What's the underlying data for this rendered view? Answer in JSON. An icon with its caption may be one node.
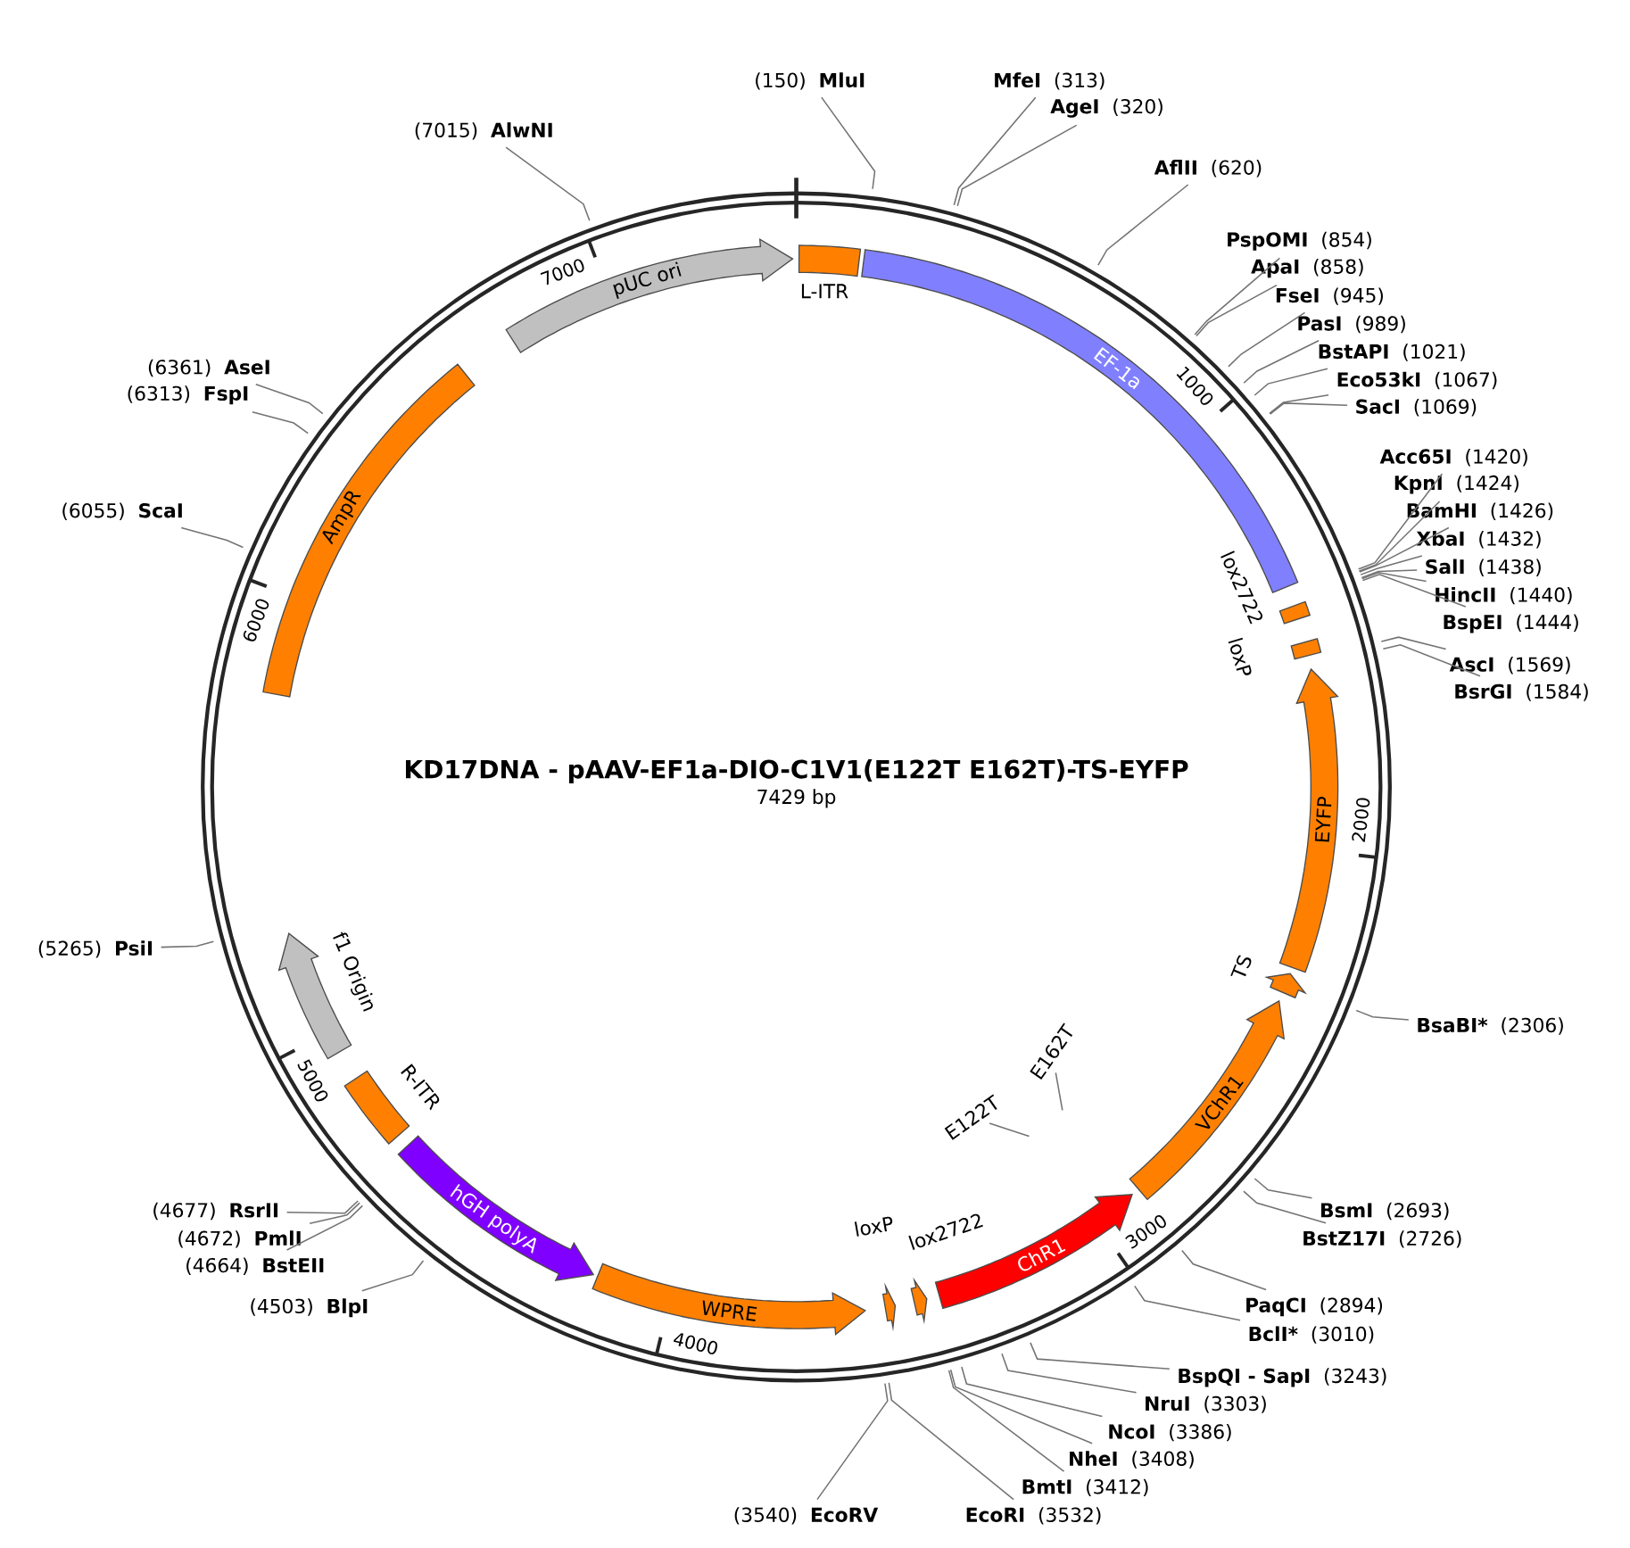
{
  "diagram": {
    "title": "KD17DNA - pAAV-EF1a-DIO-C1V1(E122T E162T)-TS-EYFP",
    "nodes": [
      {
        "text": [
          "pUC ori"
        ]
      },
      {
        "text": [
          "L-ITR"
        ]
      },
      {
        "text": [
          "EF-1a"
        ]
      },
      {
        "text": [
          "lox2722"
        ]
      },
      {
        "text": [
          "loxP"
        ]
      },
      {
        "text": [
          "EYFP"
        ]
      },
      {
        "text": [
          "TS"
        ]
      },
      {
        "text": [
          "VChR1"
        ]
      },
      {
        "text": [
          "ChR1"
        ]
      },
      {
        "text": [
          "lox2722"
        ]
      },
      {
        "text": [
          "loxP"
        ]
      },
      {
        "text": [
          "WPRE"
        ]
      },
      {
        "text": [
          "hGH polyA"
        ]
      },
      {
        "text": [
          "R-ITR"
        ]
      },
      {
        "text": [
          "f1 Origin"
        ]
      },
      {
        "text": [
          "AmpR"
        ]
      },
      {
        "text": [
          "(150)",
          "MluI"
        ]
      },
      {
        "text": [
          "MfeI",
          "(313)"
        ]
      },
      {
        "text": [
          "AgeI",
          "(320)"
        ]
      },
      {
        "text": [
          "AflII",
          "(620)"
        ]
      },
      {
        "text": [
          "PspOMI",
          "(854)"
        ]
      },
      {
        "text": [
          "ApaI",
          "(858)"
        ]
      },
      {
        "text": [
          "FseI",
          "(945)"
        ]
      },
      {
        "text": [
          "PasI",
          "(989)"
        ]
      },
      {
        "text": [
          "BstAPI",
          "(1021)"
        ]
      },
      {
        "text": [
          "Eco53kI",
          "(1067)"
        ]
      },
      {
        "text": [
          "SacI",
          "(1069)"
        ]
      },
      {
        "text": [
          "Acc65I",
          "(1420)"
        ]
      },
      {
        "text": [
          "KpnI",
          "(1424)"
        ]
      },
      {
        "text": [
          "BamHI",
          "(1426)"
        ]
      },
      {
        "text": [
          "XbaI",
          "(1432)"
        ]
      },
      {
        "text": [
          "SalI",
          "(1438)"
        ]
      },
      {
        "text": [
          "HincII",
          "(1440)"
        ]
      },
      {
        "text": [
          "BspEI",
          "(1444)"
        ]
      },
      {
        "text": [
          "AscI",
          "(1569)"
        ]
      },
      {
        "text": [
          "BsrGI",
          "(1584)"
        ]
      },
      {
        "text": [
          "BsaBI*",
          "(2306)"
        ]
      },
      {
        "text": [
          "BsmI",
          "(2693)"
        ]
      },
      {
        "text": [
          "BstZ17I",
          "(2726)"
        ]
      },
      {
        "text": [
          "PaqCI",
          "(2894)"
        ]
      },
      {
        "text": [
          "BclI*",
          "(3010)"
        ]
      },
      {
        "text": [
          "BspQI - SapI",
          "(3243)"
        ]
      },
      {
        "text": [
          "NruI",
          "(3303)"
        ]
      },
      {
        "text": [
          "NcoI",
          "(3386)"
        ]
      },
      {
        "text": [
          "NheI",
          "(3408)"
        ]
      },
      {
        "text": [
          "BmtI",
          "(3412)"
        ]
      },
      {
        "text": [
          "EcoRI",
          "(3532)"
        ]
      },
      {
        "text": [
          "(3540)",
          "EcoRV"
        ]
      },
      {
        "text": [
          "(4503)",
          "BlpI"
        ]
      },
      {
        "text": [
          "(4664)",
          "BstEII"
        ]
      },
      {
        "text": [
          "(4672)",
          "PmlI"
        ]
      },
      {
        "text": [
          "(4677)",
          "RsrII"
        ]
      },
      {
        "text": [
          "(5265)",
          "PsiI"
        ]
      },
      {
        "text": [
          "(6055)",
          "ScaI"
        ]
      },
      {
        "text": [
          "(6313)",
          "FspI"
        ]
      },
      {
        "text": [
          "(6361)",
          "AseI"
        ]
      },
      {
        "text": [
          "(7015)",
          "AlwNI"
        ]
      },
      {
        "text": [
          "E122T"
        ]
      },
      {
        "text": [
          "E162T"
        ]
      }
    ],
    "edges": [
      {
        "from": 16,
        "to": null,
        "arrow": "none"
      },
      {
        "from": 17,
        "to": null,
        "arrow": "none"
      },
      {
        "from": 18,
        "to": null,
        "arrow": "none"
      },
      {
        "from": 19,
        "to": null,
        "arrow": "none"
      },
      {
        "from": 20,
        "to": null,
        "arrow": "none"
      },
      {
        "from": 21,
        "to": null,
        "arrow": "none"
      },
      {
        "from": 22,
        "to": null,
        "arrow": "none"
      },
      {
        "from": 23,
        "to": null,
        "arrow": "none"
      },
      {
        "from": 24,
        "to": null,
        "arrow": "none"
      },
      {
        "from": 25,
        "to": null,
        "arrow": "none"
      },
      {
        "from": 26,
        "to": null,
        "arrow": "none"
      },
      {
        "from": 27,
        "to": null,
        "arrow": "none"
      },
      {
        "from": 28,
        "to": null,
        "arrow": "none"
      },
      {
        "from": 29,
        "to": null,
        "arrow": "none"
      },
      {
        "from": 30,
        "to": null,
        "arrow": "none"
      },
      {
        "from": 31,
        "to": null,
        "arrow": "none"
      },
      {
        "from": 32,
        "to": null,
        "arrow": "none"
      },
      {
        "from": 33,
        "to": null,
        "arrow": "none"
      },
      {
        "from": 34,
        "to": null,
        "arrow": "none"
      },
      {
        "from": 35,
        "to": null,
        "arrow": "none"
      },
      {
        "from": 36,
        "to": null,
        "arrow": "none"
      },
      {
        "from": 37,
        "to": null,
        "arrow": "none"
      },
      {
        "from": 38,
        "to": null,
        "arrow": "none"
      },
      {
        "from": 39,
        "to": null,
        "arrow": "none"
      },
      {
        "from": 40,
        "to": null,
        "arrow": "none"
      },
      {
        "from": 41,
        "to": null,
        "arrow": "none"
      },
      {
        "from": 42,
        "to": null,
        "arrow": "none"
      },
      {
        "from": 43,
        "to": null,
        "arrow": "none"
      },
      {
        "from": 44,
        "to": null,
        "arrow": "none"
      },
      {
        "from": 45,
        "to": null,
        "arrow": "none"
      },
      {
        "from": 46,
        "to": null,
        "arrow": "none"
      },
      {
        "from": 47,
        "to": null,
        "arrow": "none"
      },
      {
        "from": 48,
        "to": null,
        "arrow": "none"
      },
      {
        "from": 49,
        "to": null,
        "arrow": "none"
      },
      {
        "from": 50,
        "to": null,
        "arrow": "none"
      },
      {
        "from": 51,
        "to": null,
        "arrow": "none"
      },
      {
        "from": 52,
        "to": null,
        "arrow": "none"
      },
      {
        "from": 53,
        "to": null,
        "arrow": "none"
      },
      {
        "from": 54,
        "to": null,
        "arrow": "none"
      },
      {
        "from": 55,
        "to": null,
        "arrow": "none"
      },
      {
        "from": 56,
        "to": null,
        "arrow": "none"
      },
      {
        "from": 57,
        "to": null,
        "arrow": "none"
      },
      {
        "from": 58,
        "to": null,
        "arrow": "none"
      }
    ],
    "labels": [
      "7429 bp",
      "1000",
      "2000",
      "3000",
      "4000",
      "5000",
      "6000",
      "7000"
    ]
  }
}
